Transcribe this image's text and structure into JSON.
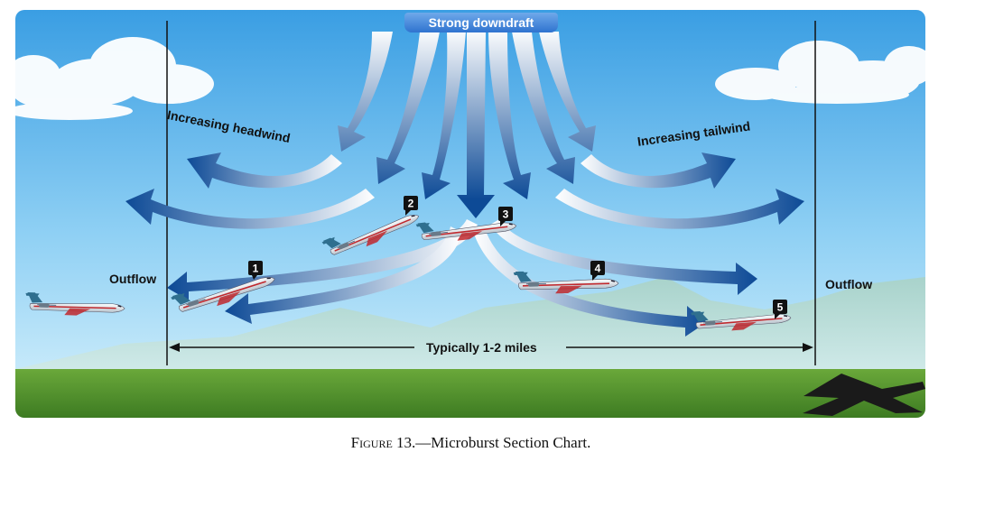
{
  "diagram": {
    "top_label": "Strong downdraft",
    "left_curve_label": "Increasing headwind",
    "right_curve_label": "Increasing tailwind",
    "outflow_left": "Outflow",
    "outflow_right": "Outflow",
    "distance_label": "Typically 1-2 miles",
    "positions": [
      "1",
      "2",
      "3",
      "4",
      "5"
    ],
    "colors": {
      "sky_top": "#3ea2e4",
      "sky_bottom": "#cfeefc",
      "ground": "#4f8f2c",
      "arrow_dark": "#0d4a96",
      "arrow_light": "#ffffff",
      "badge": "#111111"
    }
  },
  "caption": {
    "prefix": "Figure 13.",
    "text": "—Microburst Section Chart."
  }
}
